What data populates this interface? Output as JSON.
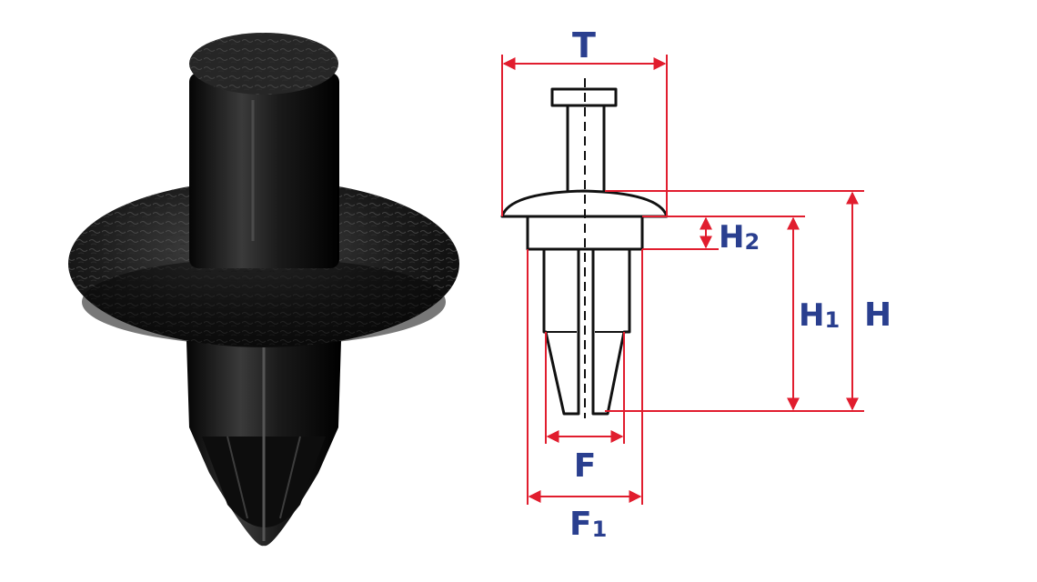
{
  "figure": {
    "labels": {
      "T": "T",
      "H2": "H",
      "H2_sub": "2",
      "H1": "H",
      "H1_sub": "1",
      "H": "H",
      "F": "F",
      "F1": "F",
      "F1_sub": "1"
    },
    "colors": {
      "dimension_lines": "#e11d2e",
      "labels": "#2a3f8f",
      "outline": "#111111",
      "photo_clip": "#141414"
    }
  }
}
